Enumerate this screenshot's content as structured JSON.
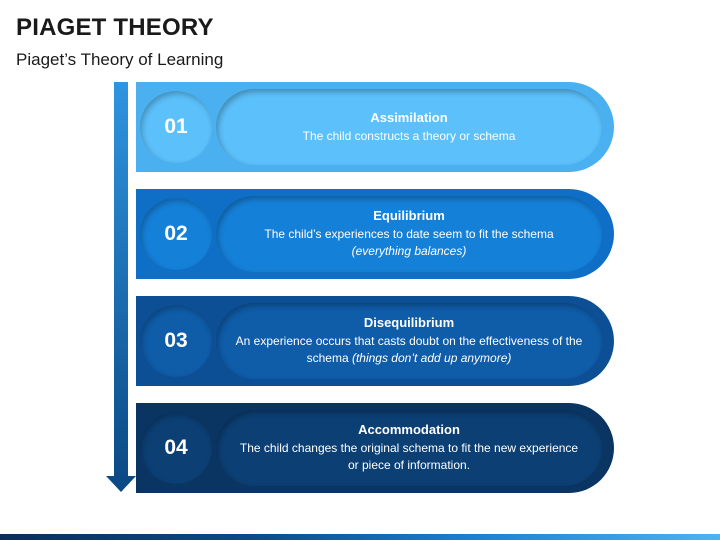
{
  "header": {
    "title": "PIAGET THEORY",
    "subtitle": "Piaget’s Theory of Learning"
  },
  "steps": [
    {
      "number": "01",
      "title": "Assimilation",
      "desc": "The child constructs a theory or schema",
      "desc_italic": "",
      "color_outer": "#4ab0f0",
      "color_inner": "#5cc0fa"
    },
    {
      "number": "02",
      "title": "Equilibrium",
      "desc": "The child’s experiences to date seem to fit the schema ",
      "desc_italic": "(everything balances)",
      "color_outer": "#0f6fc6",
      "color_inner": "#1580d8"
    },
    {
      "number": "03",
      "title": "Disequilibrium",
      "desc": "An experience occurs that casts doubt on the effectiveness of the schema ",
      "desc_italic": "(things don’t add up anymore)",
      "color_outer": "#0c4f94",
      "color_inner": "#0f5ca8"
    },
    {
      "number": "04",
      "title": "Accommodation",
      "desc": "The child changes the original schema to fit the new experience or piece of information.",
      "desc_italic": "",
      "color_outer": "#0a3563",
      "color_inner": "#0c3f74"
    }
  ],
  "colors": {
    "arrow_top": "#2f95e0",
    "arrow_bottom": "#0b4a86"
  }
}
